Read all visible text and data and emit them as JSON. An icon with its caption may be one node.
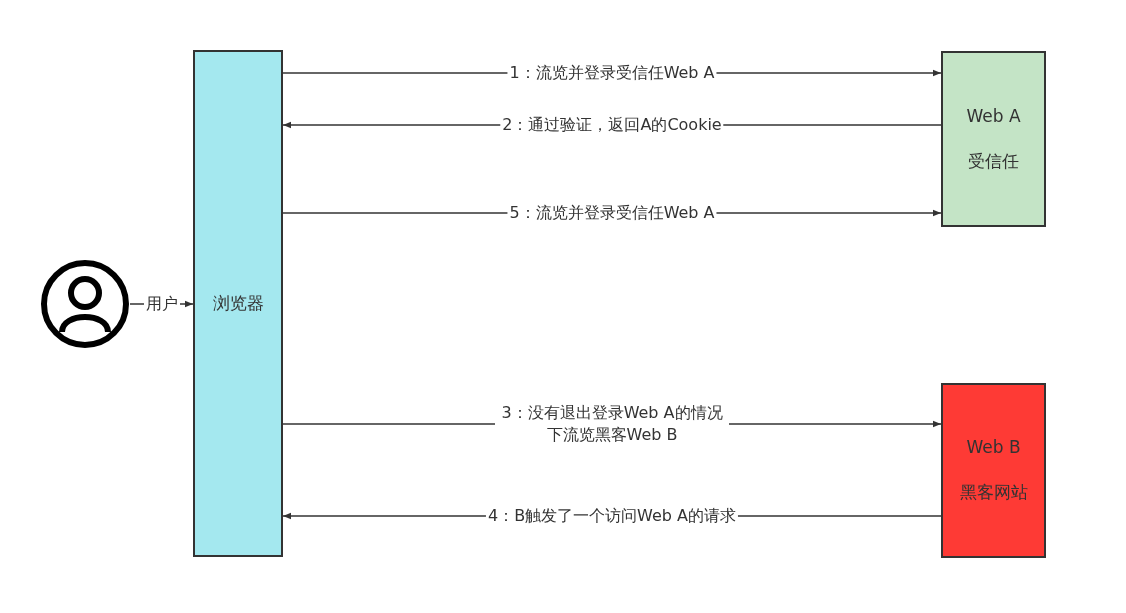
{
  "diagram": {
    "nodes": [
      {
        "text": [],
        "shape": "person"
      },
      {
        "text": [
          "浏览器"
        ]
      },
      {
        "text": [
          "Web A",
          "受信任"
        ]
      },
      {
        "text": [
          "Web B",
          "黑客网站"
        ]
      }
    ],
    "edges": [
      {
        "from": 1,
        "to": 2,
        "arrow": "to",
        "label": "1：流览并登录受信任Web A"
      },
      {
        "from": 2,
        "to": 1,
        "arrow": "to",
        "label": "2：通过验证，返回A的Cookie"
      },
      {
        "from": 1,
        "to": 2,
        "arrow": "to",
        "label": "5：流览并登录受信任Web A"
      },
      {
        "from": 0,
        "to": 1,
        "arrow": "to",
        "label": "用户"
      },
      {
        "from": 1,
        "to": 3,
        "arrow": "to",
        "label": "3：没有退出登录Web A的情况下流览黑客Web B"
      },
      {
        "from": 3,
        "to": 1,
        "arrow": "to",
        "label": "4：B触发了一个访问Web A的请求"
      }
    ]
  }
}
